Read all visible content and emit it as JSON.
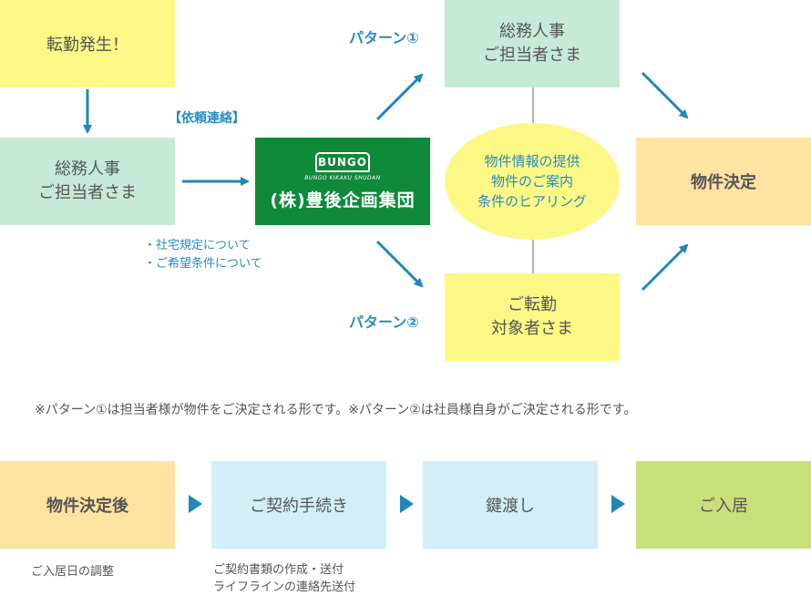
{
  "flow": {
    "start": "転勤発生！",
    "hr_left": "総務人事\nご担当者さま",
    "request_label": "【依頼連絡】",
    "company_logo": {
      "brand": "BUNGO",
      "tagline": "BUNGO KIKAKU SHUDAN",
      "name": "(株)豊後企画集団"
    },
    "notes": [
      "・社宅規定について",
      "・ご希望条件について"
    ],
    "pattern1_label": "パターン①",
    "pattern2_label": "パターン②",
    "hr_top": "総務人事\nご担当者さま",
    "transferee": "ご転勤\n対象者さま",
    "services": "物件情報の提供\n物件のご案内\n条件のヒアリング",
    "decision": "物件決定"
  },
  "note": "※パターン①は担当者様が物件をご決定される形です。※パターン②は社員様自身がご決定される形です。",
  "steps": [
    {
      "label": "物件決定後",
      "sub": "ご入居日の調整"
    },
    {
      "label": "ご契約手続き",
      "sub": "ご契約書類の作成・送付\nライフラインの連絡先送付"
    },
    {
      "label": "鍵渡し",
      "sub": ""
    },
    {
      "label": "ご入居",
      "sub": ""
    }
  ],
  "colors": {
    "yellow": "#fbf886",
    "mint": "#c6ead7",
    "orange": "#fde3a1",
    "light_blue": "#d2eef6",
    "green": "#c8df7c",
    "logo_green": "#0f8a3a",
    "arrow": "#1f88b8",
    "label_blue": "#2a8cc0",
    "note": "#555555"
  }
}
